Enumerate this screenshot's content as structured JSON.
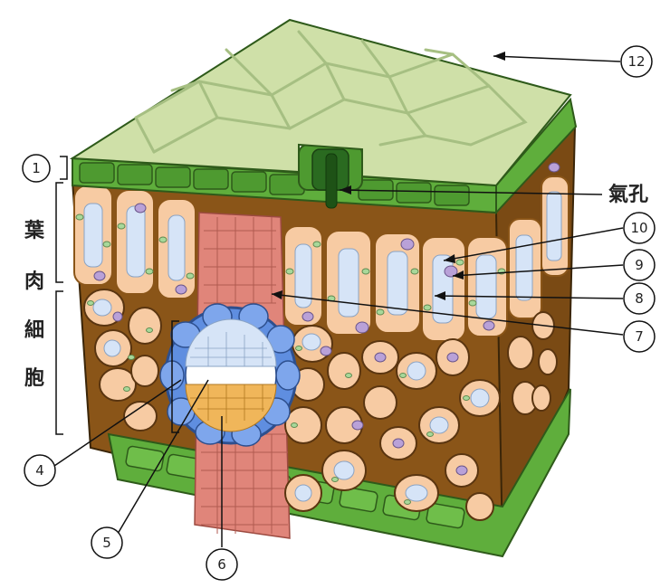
{
  "callouts": {
    "c1": "1",
    "c4": "4",
    "c5": "5",
    "c6": "6",
    "c7": "7",
    "c8": "8",
    "c9": "9",
    "c10": "10",
    "c12": "12"
  },
  "labels": {
    "stoma": "氣孔",
    "mesophyll": [
      "葉",
      "肉",
      "細",
      "胞"
    ]
  },
  "colors": {
    "cuticle": "#cfe0a8",
    "epidermis": "#5fae3c",
    "palisade": "#f7cba3",
    "spongy": "#7a4a14",
    "xylem": "#e0857a",
    "bundle_sheath": "#5f8ee0",
    "vacuole": "#d6e4f7",
    "chloroplast": "#a8d89a",
    "nucleus": "#b9a1d8"
  }
}
